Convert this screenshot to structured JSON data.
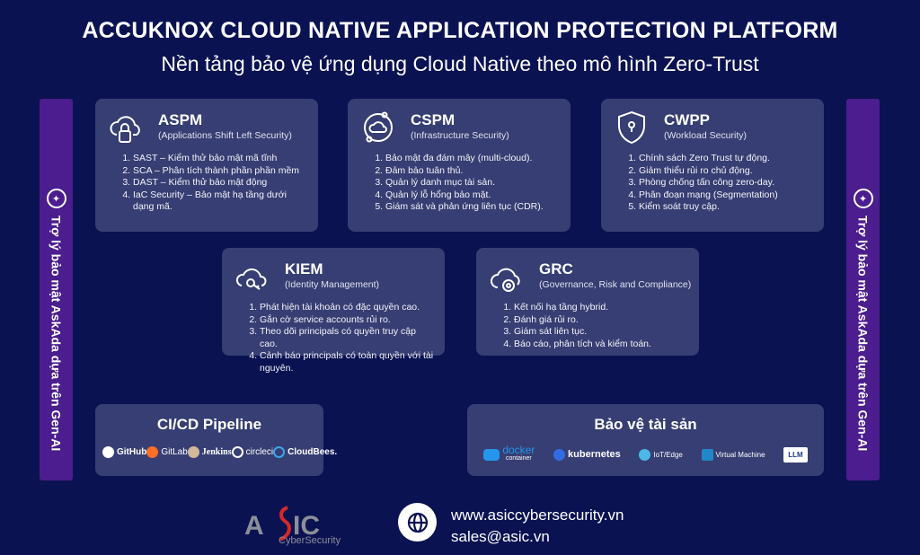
{
  "header": {
    "title": "ACCUKNOX CLOUD NATIVE APPLICATION PROTECTION PLATFORM",
    "subtitle": "Nền tảng bảo vệ ứng dụng Cloud Native theo mô hình Zero-Trust"
  },
  "side_label": "Trợ lý bảo mật AskAda dựa trên Gen-AI",
  "cards": [
    {
      "title": "ASPM",
      "subtitle": "(Applications Shift Left Security)",
      "items": [
        "SAST – Kiểm thử bảo mật mã tĩnh",
        "SCA – Phân tích thành phần phần mềm",
        "DAST – Kiểm thử bảo mật động",
        "IaC Security – Bảo mật hạ tầng dưới dạng mã."
      ]
    },
    {
      "title": "CSPM",
      "subtitle": "(Infrastructure Security)",
      "items": [
        "Bảo mật đa đám mây (multi-cloud).",
        "Đảm bảo tuân thủ.",
        "Quản lý danh mục tài sản.",
        "Quản lý lỗ hổng bảo mật.",
        "Giám sát và phản ứng liên tục (CDR)."
      ]
    },
    {
      "title": "CWPP",
      "subtitle": "(Workload Security)",
      "items": [
        "Chính sách Zero Trust tự động.",
        "Giảm thiểu rủi ro chủ động.",
        "Phòng chống tấn công zero-day.",
        "Phân đoạn mạng (Segmentation)",
        "Kiểm soát truy cập."
      ]
    },
    {
      "title": "KIEM",
      "subtitle": "(Identity Management)",
      "items": [
        "Phát hiện tài khoản có đặc quyền cao.",
        "Gắn cờ service accounts rủi ro.",
        "Theo dõi principals có quyền truy cập cao.",
        "Cảnh báo principals có toàn quyền với tài nguyên."
      ]
    },
    {
      "title": "GRC",
      "subtitle": "(Governance, Risk and Compliance)",
      "items": [
        "Kết nối hạ tầng hybrid.",
        "Đánh giá rủi ro.",
        "Giám sát liên tục.",
        "Báo cáo, phân tích và kiểm toán."
      ]
    }
  ],
  "cicd": {
    "title": "CI/CD Pipeline",
    "logos": [
      "GitHub",
      "GitLab",
      "Jenkins",
      "circleci",
      "CloudBees."
    ]
  },
  "assets": {
    "title": "Bảo vệ tài sản",
    "logos": [
      "docker",
      "container",
      "kubernetes",
      "IoT/Edge",
      "Virtual Machine",
      "LLM"
    ]
  },
  "footer": {
    "logo": "ASIC",
    "logo_sub": "CyberSecurity",
    "website": "www.asiccybersecurity.vn",
    "email": "sales@asic.vn"
  },
  "colors": {
    "background": "#0b1252",
    "card": "#373e73",
    "side": "#4b1d8f"
  }
}
